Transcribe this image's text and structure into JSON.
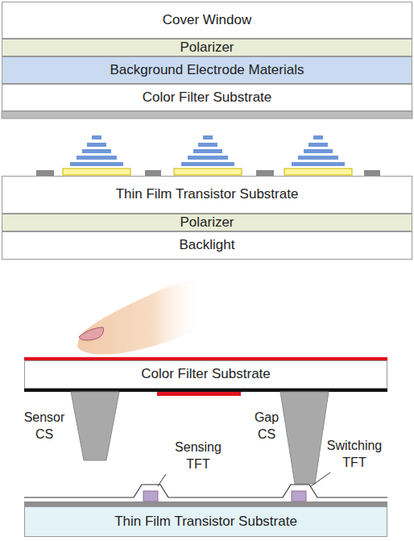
{
  "diagram": {
    "nodes": [
      {
        "text": [
          "Cover Window"
        ]
      },
      {
        "text": [
          "Polarizer"
        ]
      },
      {
        "text": [
          "Background Electrode Materials"
        ]
      },
      {
        "text": [
          "Color Filter Substrate"
        ]
      },
      {
        "text": [
          "Thin Film Transistor Substrate"
        ]
      },
      {
        "text": [
          "Polarizer"
        ]
      },
      {
        "text": [
          "Backlight"
        ]
      },
      {
        "text": [
          "Color Filter Substrate"
        ]
      },
      {
        "text": [
          "Thin Film Transistor Substrate"
        ]
      }
    ],
    "labels": [
      "Sensor CS",
      "Gap CS",
      "Sensing TFT",
      "Switching TFT"
    ]
  }
}
